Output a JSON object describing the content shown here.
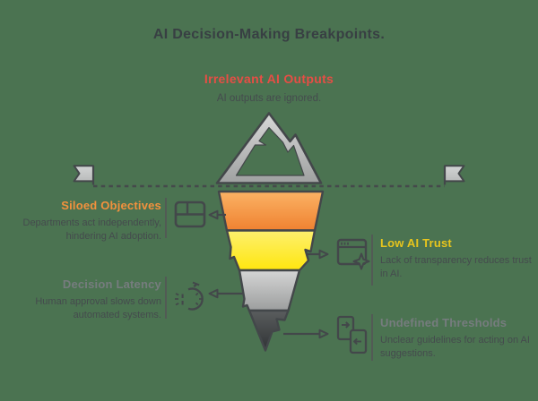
{
  "title": "AI Decision-Making Breakpoints.",
  "top_callout": {
    "title": "Irrelevant AI Outputs",
    "description": "AI outputs are ignored."
  },
  "callouts": [
    {
      "id": "siloed-objectives",
      "side": "left",
      "title": "Siloed Objectives",
      "lines": [
        "Departments act independently,",
        "hindering AI adoption."
      ],
      "icon": "window-grid-icon",
      "accent": "#F2913D"
    },
    {
      "id": "low-ai-trust",
      "side": "right",
      "title": "Low AI Trust",
      "lines": [
        "Lack of transparency reduces trust",
        "in AI."
      ],
      "icon": "browser-sparkle-icon",
      "accent": "#E8C51D"
    },
    {
      "id": "decision-latency",
      "side": "left",
      "title": "Decision Latency",
      "lines": [
        "Human approval slows down",
        "automated systems."
      ],
      "icon": "timer-icon",
      "accent": "#767C7E"
    },
    {
      "id": "undefined-thresholds",
      "side": "right",
      "title": "Undefined Thresholds",
      "lines": [
        "Unclear guidelines for acting on AI",
        "suggestions."
      ],
      "icon": "document-transfer-icon",
      "accent": "#767C7E"
    }
  ],
  "colors": {
    "background": "#4B7351",
    "outline": "#43474A",
    "title_text": "#383F43",
    "body_text": "#454B4E",
    "red_accent": "#E64E45",
    "orange_accent": "#F2913D",
    "yellow_accent": "#E8C51D",
    "gray_accent": "#767C7E",
    "funnel": {
      "orange_top": "#FBB264",
      "orange_bottom": "#EF8231",
      "yellow_top": "#FDF06E",
      "yellow_bottom": "#FFE60E",
      "gray_top": "#D5D5D5",
      "gray_bottom": "#9C9E9E",
      "dark_top": "#5A5D5E",
      "dark_bottom": "#303335"
    },
    "mountain_top": "#D8D8D8",
    "mountain_bottom": "#9FA1A1",
    "flag_top": "#D2D4D4",
    "flag_bottom": "#B9BBBB"
  }
}
